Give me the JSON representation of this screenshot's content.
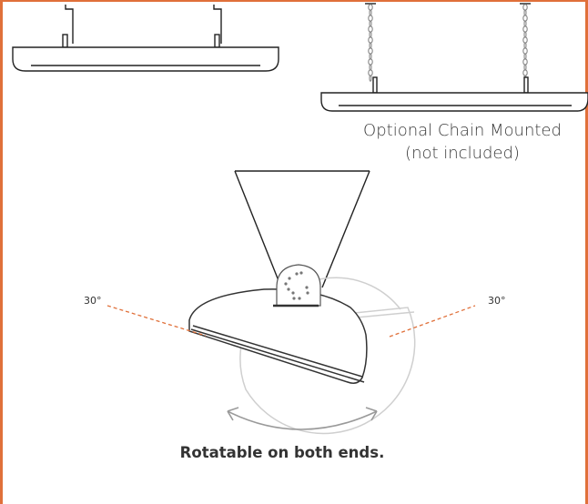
{
  "captions": {
    "chain_line1": "Optional Chain Mounted",
    "chain_line2": "(not included)",
    "rotation": "Rotatable on both ends."
  },
  "angles": {
    "left": "30°",
    "right": "30°"
  },
  "colors": {
    "frame": "#e0703a",
    "guide": "#e0703a",
    "line": "#222222",
    "ghost": "#c8c8c8",
    "arrow": "#9a9a9a"
  }
}
